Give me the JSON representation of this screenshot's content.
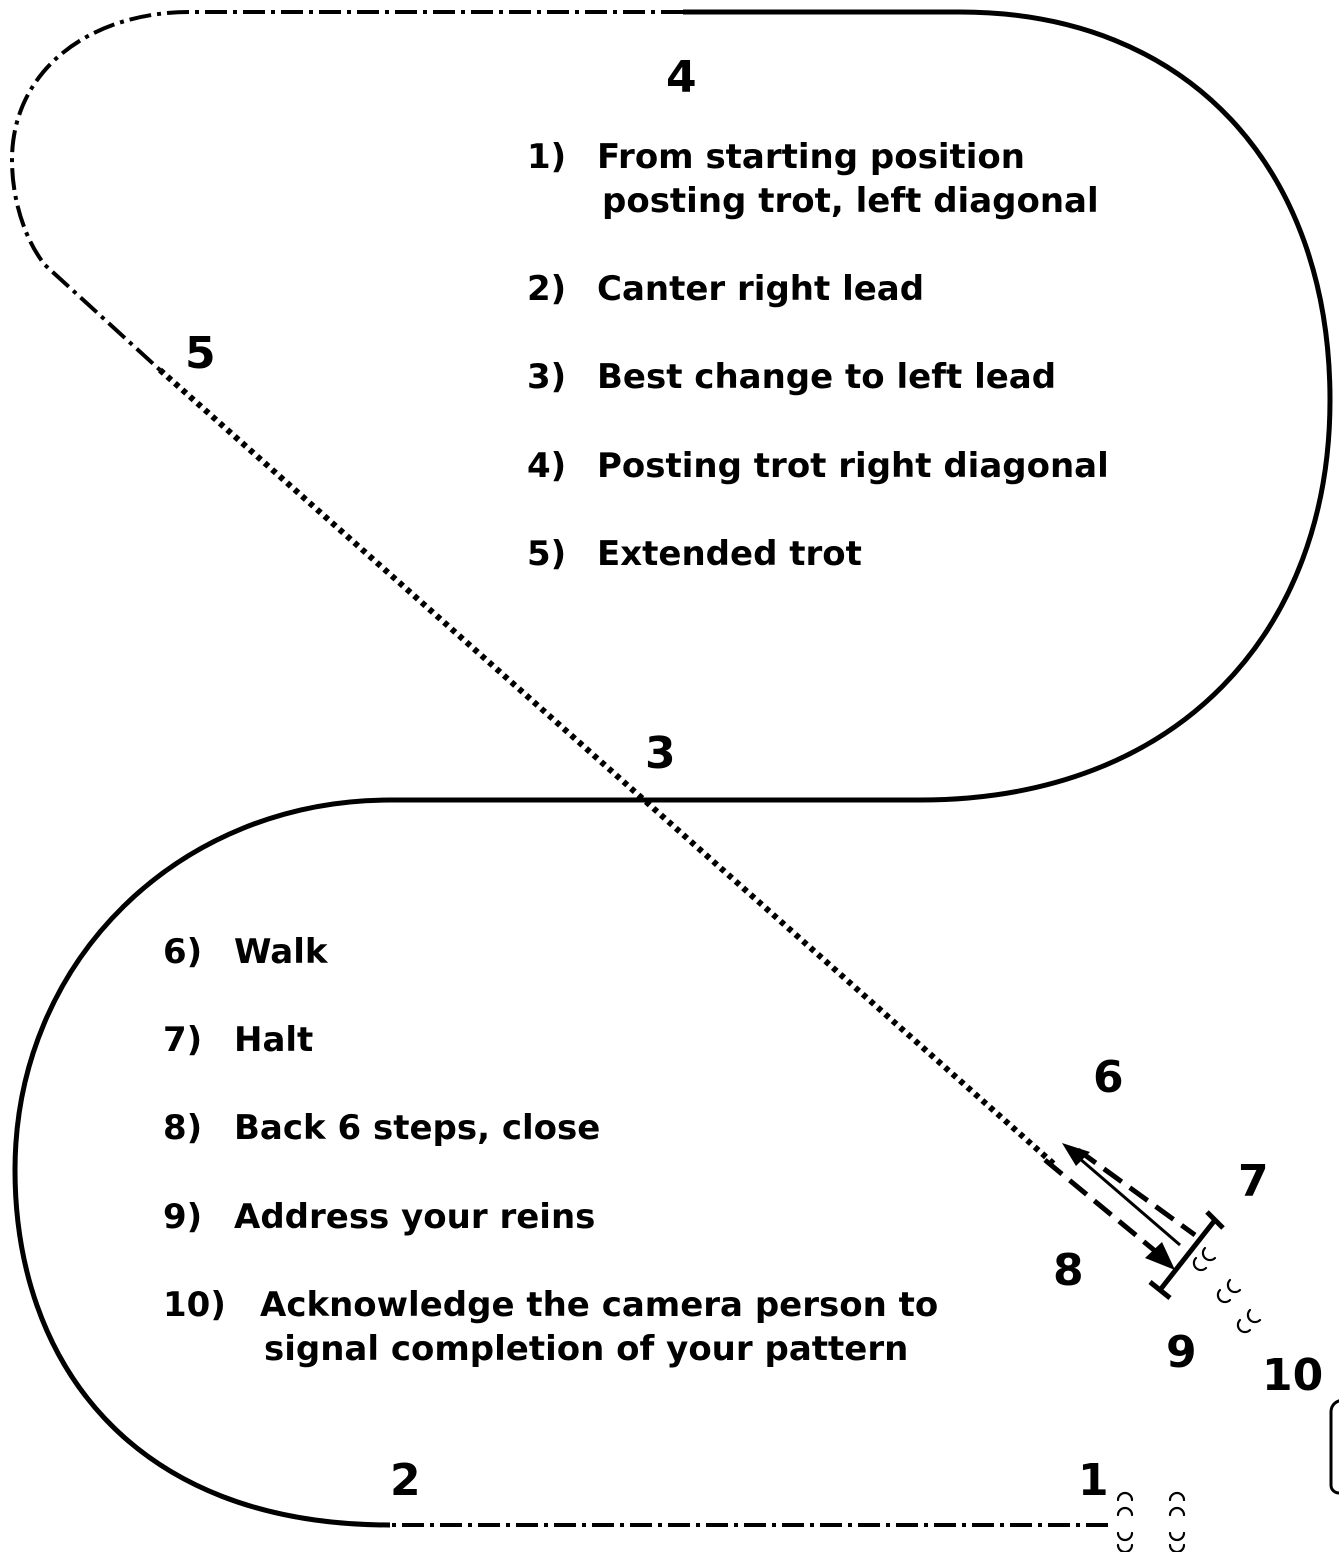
{
  "markers": {
    "m1": "1",
    "m2": "2",
    "m3": "3",
    "m4": "4",
    "m5": "5",
    "m6": "6",
    "m7": "7",
    "m8": "8",
    "m9": "9",
    "m10": "10"
  },
  "instructions_upper": [
    {
      "num": "1)",
      "lines": [
        "From starting position",
        "posting trot, left diagonal"
      ]
    },
    {
      "num": "2)",
      "lines": [
        "Canter right lead"
      ]
    },
    {
      "num": "3)",
      "lines": [
        "Best change to left lead"
      ]
    },
    {
      "num": "4)",
      "lines": [
        "Posting trot right diagonal"
      ]
    },
    {
      "num": "5)",
      "lines": [
        "Extended trot"
      ]
    }
  ],
  "instructions_lower": [
    {
      "num": "6)",
      "lines": [
        "Walk"
      ]
    },
    {
      "num": "7)",
      "lines": [
        "Halt"
      ]
    },
    {
      "num": "8)",
      "lines": [
        "Back 6 steps, close"
      ]
    },
    {
      "num": "9)",
      "lines": [
        "Address your reins"
      ]
    },
    {
      "num": "10)",
      "lines": [
        "Acknowledge the camera person to",
        "signal completion of your pattern"
      ]
    }
  ],
  "line_styles": {
    "trot": "dash-dot",
    "canter": "solid",
    "extended_trot": "dotted",
    "walk": "dashed",
    "back": "thin-solid"
  },
  "colors": {
    "ink": "#000000",
    "background": "#ffffff"
  }
}
